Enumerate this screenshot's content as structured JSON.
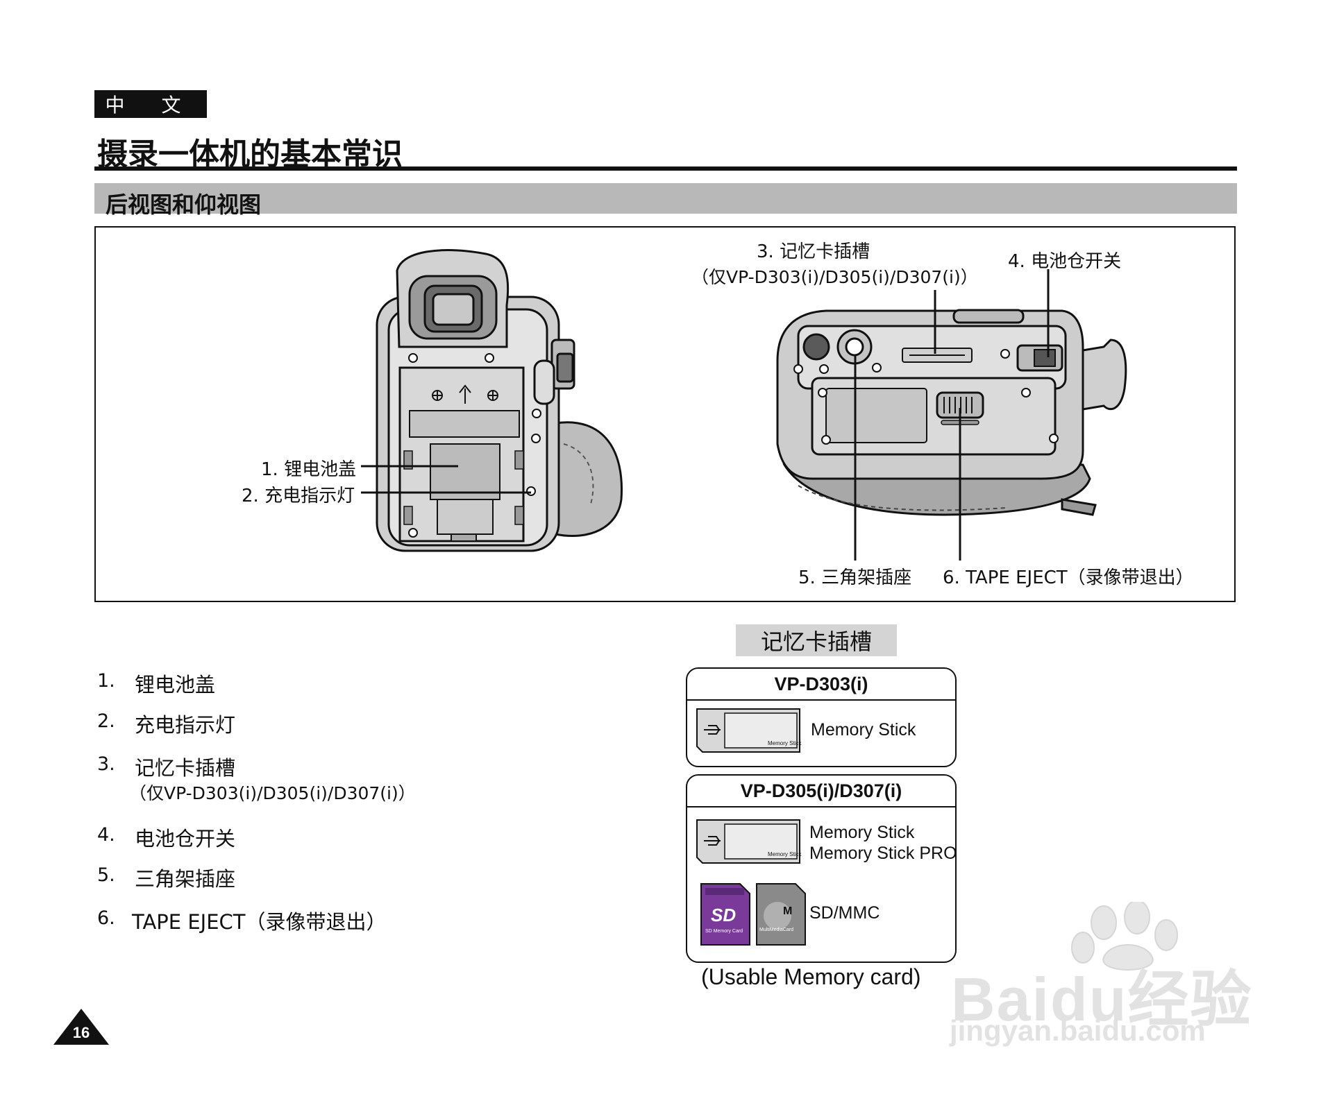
{
  "header": {
    "language_badge": "中 文",
    "page_title": "摄录一体机的基本常识"
  },
  "section": {
    "title": "后视图和仰视图"
  },
  "diagram": {
    "callouts": {
      "c1": "1.  锂电池盖",
      "c2": "2. 充电指示灯",
      "c3_line1": "3. 记忆卡插槽",
      "c3_line2": "（仅VP-D303(i)/D305(i)/D307(i)）",
      "c4": "4. 电池仓开关",
      "c5": "5. 三角架插座",
      "c6": "6. TAPE EJECT（录像带退出）"
    }
  },
  "parts_list": [
    {
      "num": "1.",
      "label": "锂电池盖"
    },
    {
      "num": "2.",
      "label": "充电指示灯"
    },
    {
      "num": "3.",
      "label": "记忆卡插槽",
      "sub": "（仅VP-D303(i)/D305(i)/D307(i)）"
    },
    {
      "num": "4.",
      "label": "电池仓开关"
    },
    {
      "num": "5.",
      "label": "三角架插座"
    },
    {
      "num": "6.",
      "label": "TAPE EJECT（录像带退出）"
    }
  ],
  "memory_slot": {
    "header": "记忆卡插槽",
    "box1": {
      "model": "VP-D303(i)",
      "card_label": "Memory Stick",
      "stick_text": "Memory Stick"
    },
    "box2": {
      "model": "VP-D305(i)/D307(i)",
      "card_label_1": "Memory Stick",
      "card_label_2": "Memory Stick PRO",
      "stick_text": "Memory Stick",
      "sd_label": "SD/MMC",
      "sd_logo": "SD",
      "sd_card_text": "SD Memory Card",
      "mmc_logo": "M",
      "mmc_card_text": "MultiMediaCard"
    },
    "caption": "(Usable Memory card)"
  },
  "footer": {
    "page_number": "16"
  },
  "watermark": {
    "brand": "Bai",
    "brand2": "du",
    "brand_cn": "经验",
    "url": "jingyan.baidu.com"
  },
  "colors": {
    "ink": "#111111",
    "section_bar": "#b8b8b8",
    "slot_header": "#d4d4d4",
    "sd_purple": "#7a3a9a",
    "watermark": "#e2e2e2"
  }
}
